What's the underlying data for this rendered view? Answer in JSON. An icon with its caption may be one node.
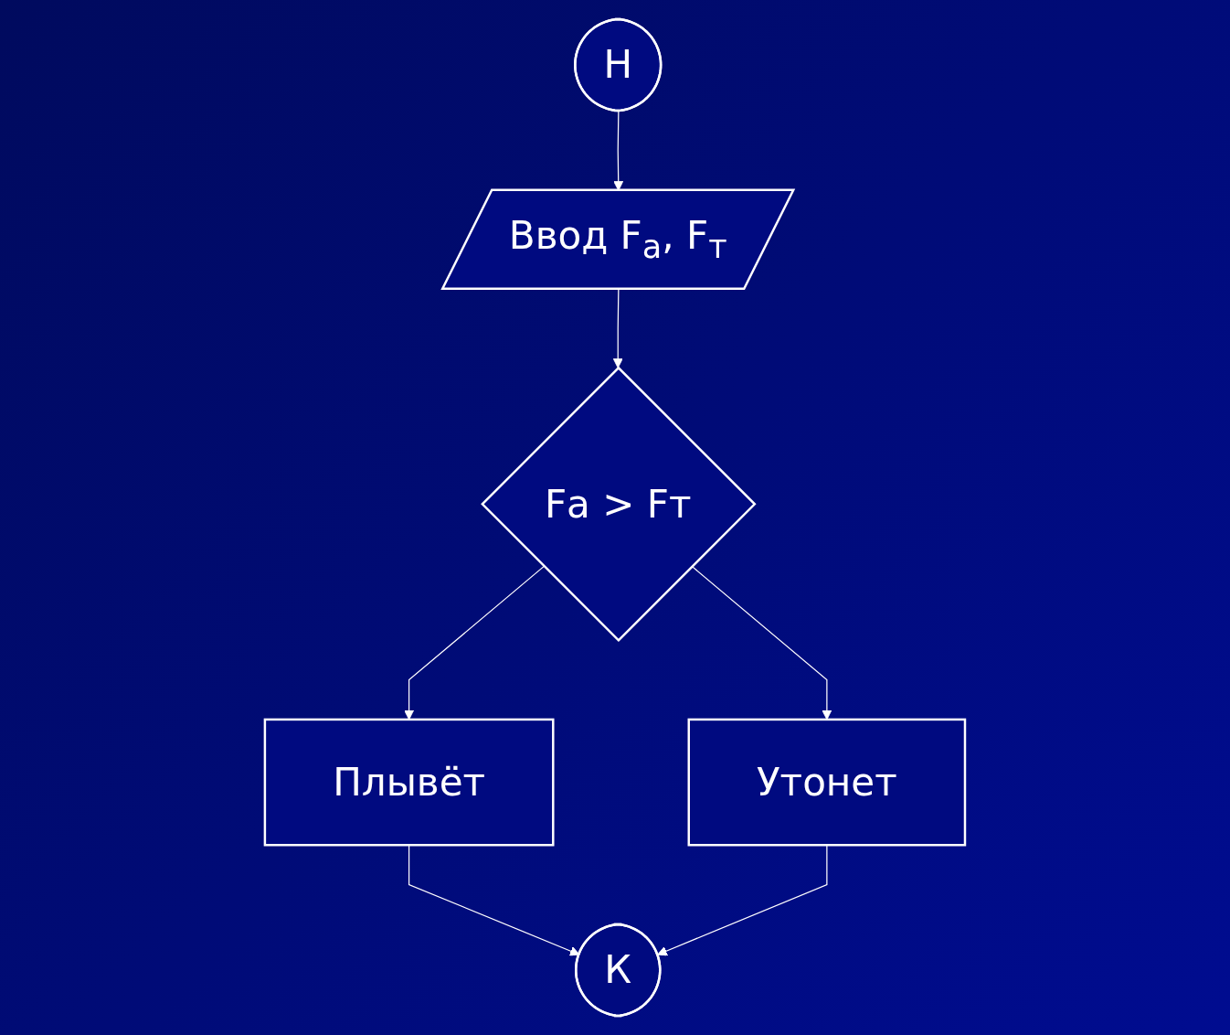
{
  "diagram": {
    "nodes": [
      {
        "text": [
          "Н"
        ]
      },
      {
        "text": [
          "Ввод F$_{а}$, F$_{т}$"
        ]
      },
      {
        "text": [
          "Fа > Fт"
        ]
      },
      {
        "text": [
          "Плывёт"
        ]
      },
      {
        "text": [
          "Утонет"
        ]
      },
      {
        "text": [
          "К"
        ]
      }
    ],
    "edges": [
      {
        "from": 0,
        "to": 1,
        "arrow": "to"
      },
      {
        "from": 1,
        "to": 2,
        "arrow": "to"
      },
      {
        "from": 2,
        "to": 3,
        "arrow": "to"
      },
      {
        "from": 2,
        "to": 4,
        "arrow": "to"
      },
      {
        "from": 3,
        "to": 5,
        "arrow": "to"
      },
      {
        "from": 4,
        "to": 5,
        "arrow": "to"
      }
    ]
  }
}
